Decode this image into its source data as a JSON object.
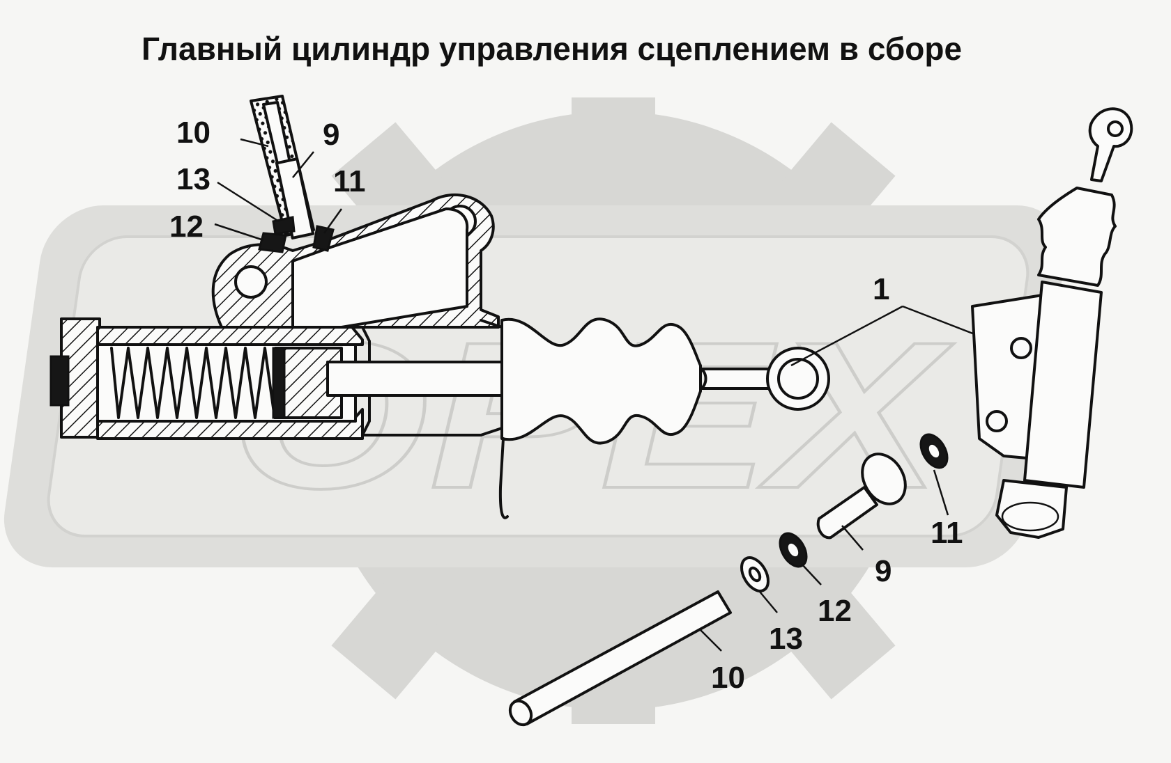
{
  "title": "Главный цилиндр управления сцеплением в сборе",
  "watermark": {
    "text": "OPEX"
  },
  "callouts": {
    "part_1": "1",
    "part_9_assembly": "9",
    "part_10_assembly": "10",
    "part_11_assembly": "11",
    "part_12_assembly": "12",
    "part_13_assembly": "13",
    "part_9_exploded": "9",
    "part_10_exploded": "10",
    "part_11_exploded": "11",
    "part_12_exploded": "12",
    "part_13_exploded": "13"
  },
  "colors": {
    "background": "#f6f6f4",
    "line": "#111111",
    "watermark": "#d4d4d1"
  }
}
